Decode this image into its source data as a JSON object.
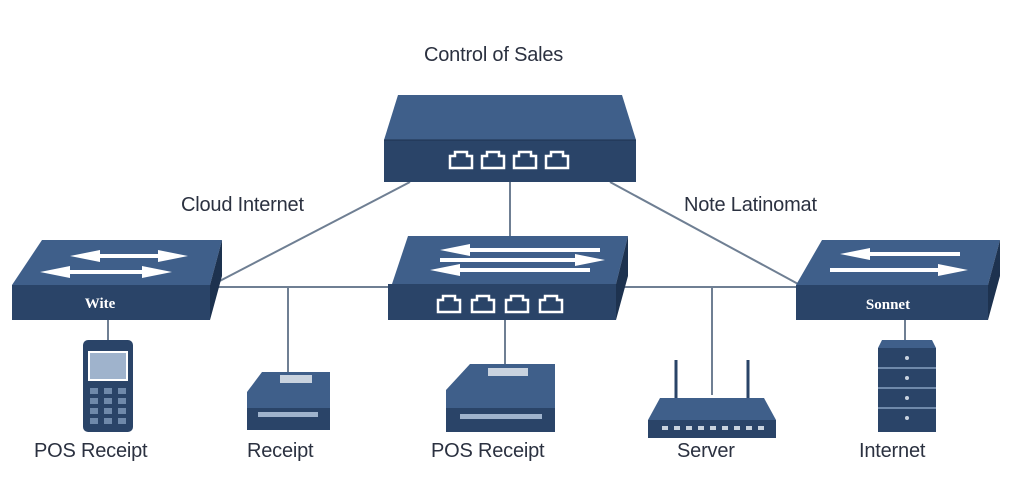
{
  "diagram": {
    "title": "Control of Sales",
    "link_labels": {
      "left": "Cloud Internet",
      "right": "Note Latinomat"
    },
    "devices": {
      "left_switch": "Wite",
      "right_switch": "Sonnet"
    },
    "endpoints": [
      "POS Receipt",
      "Receipt",
      "POS Receipt",
      "Server",
      "Internet"
    ]
  },
  "colors": {
    "device_top": "#3f5f8a",
    "device_front": "#2a4468",
    "device_edge": "#1d324f",
    "line": "#6f7f93"
  }
}
